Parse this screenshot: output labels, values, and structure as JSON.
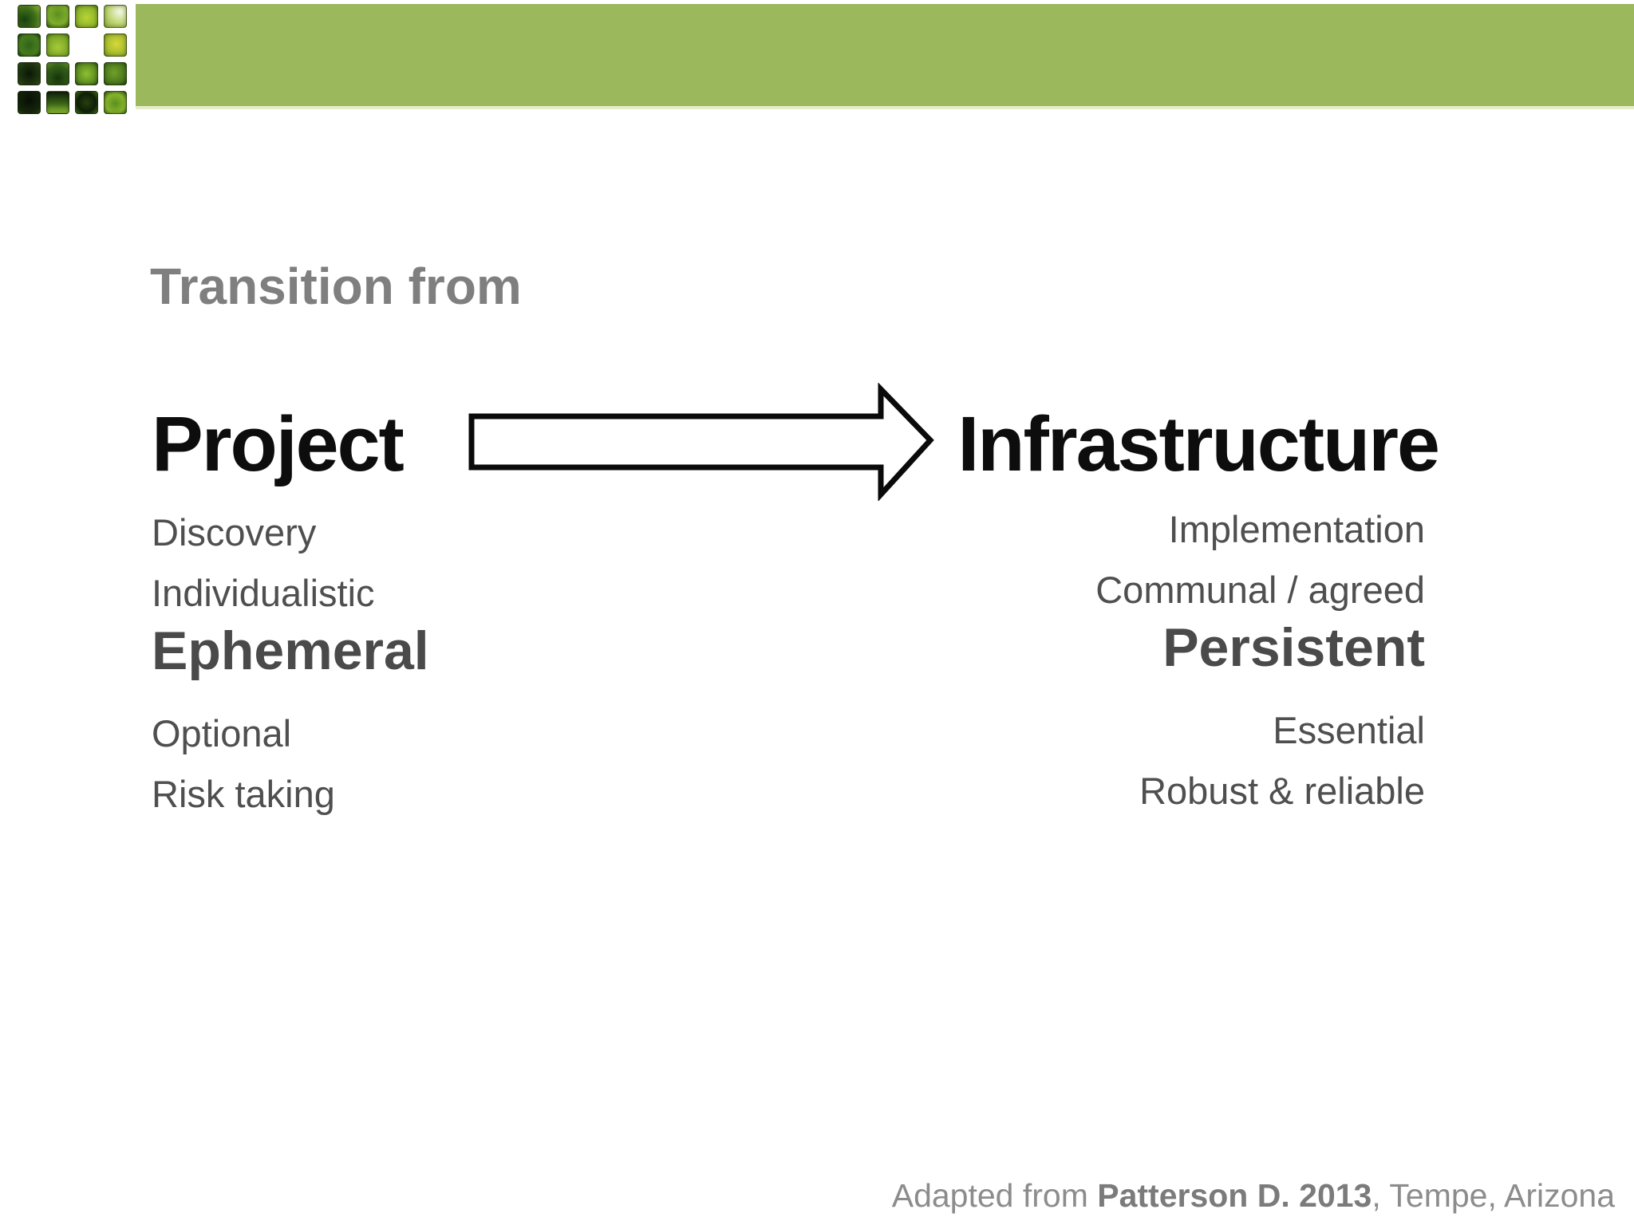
{
  "slide": {
    "kicker": "Transition from",
    "left": {
      "heading": "Project",
      "items_top": [
        "Discovery",
        "Individualistic"
      ],
      "emphasis": "Ephemeral",
      "items_bottom": [
        "Optional",
        "Risk taking"
      ]
    },
    "right": {
      "heading": "Infrastructure",
      "items_top": [
        "Implementation",
        "Communal / agreed"
      ],
      "emphasis": "Persistent",
      "items_bottom": [
        "Essential",
        "Robust & reliable"
      ]
    },
    "arrow_icon": "right-arrow",
    "attribution": {
      "prefix": "Adapted from ",
      "source": "Patterson D. 2013",
      "suffix": ", Tempe, Arizona"
    },
    "colors": {
      "header_green": "#9BB85C",
      "header_underline": "#E6EDCB",
      "heading_text": "#0D0D0D",
      "body_text": "#4F4F4F",
      "kicker_text": "#7F7F7F",
      "attribution_text": "#8C8C8C"
    }
  }
}
